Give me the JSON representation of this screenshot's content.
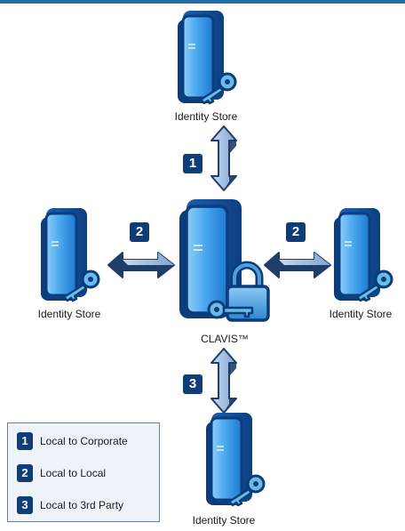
{
  "diagram": {
    "nodes": [
      {
        "id": "identity-store-top",
        "label": "Identity Store"
      },
      {
        "id": "identity-store-left",
        "label": "Identity Store"
      },
      {
        "id": "identity-store-right",
        "label": "Identity Store"
      },
      {
        "id": "identity-store-bottom",
        "label": "Identity Store"
      },
      {
        "id": "clavis",
        "label": "CLAVIS™"
      }
    ],
    "connectors": [
      {
        "badge": "1",
        "from": "clavis",
        "to": "identity-store-top"
      },
      {
        "badge": "2",
        "from": "clavis",
        "to": "identity-store-left"
      },
      {
        "badge": "2",
        "from": "clavis",
        "to": "identity-store-right"
      },
      {
        "badge": "3",
        "from": "clavis",
        "to": "identity-store-bottom"
      }
    ]
  },
  "legend": {
    "items": [
      {
        "number": "1",
        "text": "Local to Corporate"
      },
      {
        "number": "2",
        "text": "Local to Local"
      },
      {
        "number": "3",
        "text": "Local to 3rd Party"
      }
    ]
  },
  "colors": {
    "badge": "#0f3d7a",
    "server_dark": "#0b3d7c",
    "server_light": "#4aa8ee",
    "key": "#66bde8",
    "lock": "#4f9fd6",
    "arrow_light": "#a9c3e3",
    "arrow_dark": "#1f3d6b",
    "top_bar": "#1e6ea7"
  }
}
